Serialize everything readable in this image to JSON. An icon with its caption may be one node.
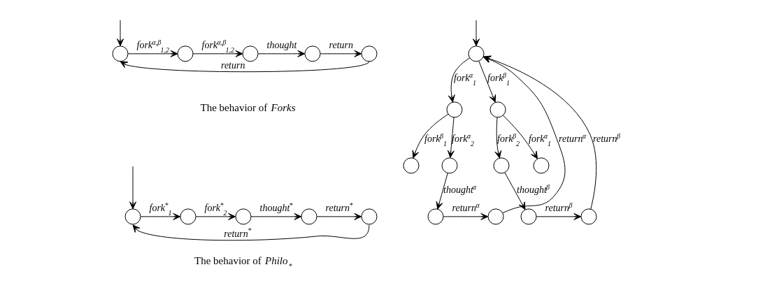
{
  "diagram": {
    "nodes": [
      {
        "text": [],
        "shape": "circle"
      },
      {
        "text": [],
        "shape": "circle"
      },
      {
        "text": [],
        "shape": "circle"
      },
      {
        "text": [],
        "shape": "circle"
      },
      {
        "text": [],
        "shape": "circle"
      },
      {
        "text": [],
        "shape": "circle"
      },
      {
        "text": [],
        "shape": "circle"
      },
      {
        "text": [],
        "shape": "circle"
      },
      {
        "text": [],
        "shape": "circle"
      },
      {
        "text": [],
        "shape": "circle"
      },
      {
        "text": [],
        "shape": "circle"
      },
      {
        "text": [],
        "shape": "circle"
      },
      {
        "text": [],
        "shape": "circle"
      },
      {
        "text": [],
        "shape": "circle"
      },
      {
        "text": [],
        "shape": "circle"
      },
      {
        "text": [],
        "shape": "circle"
      },
      {
        "text": [],
        "shape": "circle"
      },
      {
        "text": [],
        "shape": "circle"
      },
      {
        "text": [],
        "shape": "circle"
      },
      {
        "text": [],
        "shape": "circle"
      },
      {
        "text": [],
        "shape": "circle"
      }
    ],
    "edges": [
      {
        "from": null,
        "to": 0,
        "arrow": "to"
      },
      {
        "from": 0,
        "to": 1,
        "arrow": "to",
        "label": "fork$^{α,β}$$_{1,2}$"
      },
      {
        "from": 1,
        "to": 2,
        "arrow": "to",
        "label": "fork$^{α,β}$$_{1,2}$"
      },
      {
        "from": 2,
        "to": 3,
        "arrow": "to",
        "label": "thought"
      },
      {
        "from": 3,
        "to": 4,
        "arrow": "to",
        "label": "return"
      },
      {
        "from": 4,
        "to": 0,
        "arrow": "to",
        "label": "return"
      },
      {
        "from": null,
        "to": 5,
        "arrow": "to"
      },
      {
        "from": 5,
        "to": 6,
        "arrow": "to",
        "label": "fork$^{*}$$_{1}$"
      },
      {
        "from": 6,
        "to": 7,
        "arrow": "to",
        "label": "fork$^{*}$$_{2}$"
      },
      {
        "from": 7,
        "to": 8,
        "arrow": "to",
        "label": "thought$^{*}$"
      },
      {
        "from": 8,
        "to": 9,
        "arrow": "to",
        "label": "return$^{*}$"
      },
      {
        "from": 9,
        "to": 5,
        "arrow": "to",
        "label": "return$^{*}$"
      },
      {
        "from": null,
        "to": 10,
        "arrow": "to"
      },
      {
        "from": 10,
        "to": 11,
        "arrow": "to",
        "label": "fork$^{α}$$_{1}$"
      },
      {
        "from": 10,
        "to": 12,
        "arrow": "to",
        "label": "fork$^{β}$$_{1}$"
      },
      {
        "from": 11,
        "to": 13,
        "arrow": "to",
        "label": "fork$^{β}$$_{1}$"
      },
      {
        "from": 11,
        "to": 14,
        "arrow": "to",
        "label": "fork$^{α}$$_{2}$"
      },
      {
        "from": 12,
        "to": 15,
        "arrow": "to",
        "label": "fork$^{β}$$_{2}$"
      },
      {
        "from": 12,
        "to": 16,
        "arrow": "to",
        "label": "fork$^{α}$$_{1}$"
      },
      {
        "from": 14,
        "to": 17,
        "arrow": "to",
        "label": "thought$^{α}$"
      },
      {
        "from": 17,
        "to": 18,
        "arrow": "to",
        "label": "return$^{α}$"
      },
      {
        "from": 18,
        "to": 10,
        "arrow": "to",
        "label": "return$^{α}$"
      },
      {
        "from": 15,
        "to": 19,
        "arrow": "to",
        "label": "thought$^{β}$"
      },
      {
        "from": 19,
        "to": 20,
        "arrow": "to",
        "label": "return$^{β}$"
      },
      {
        "from": 20,
        "to": 10,
        "arrow": "to",
        "label": "return$^{β}$"
      }
    ],
    "labels": [
      "The behavior of *Forks*",
      "The behavior of *Philo*$_{*}$"
    ]
  }
}
